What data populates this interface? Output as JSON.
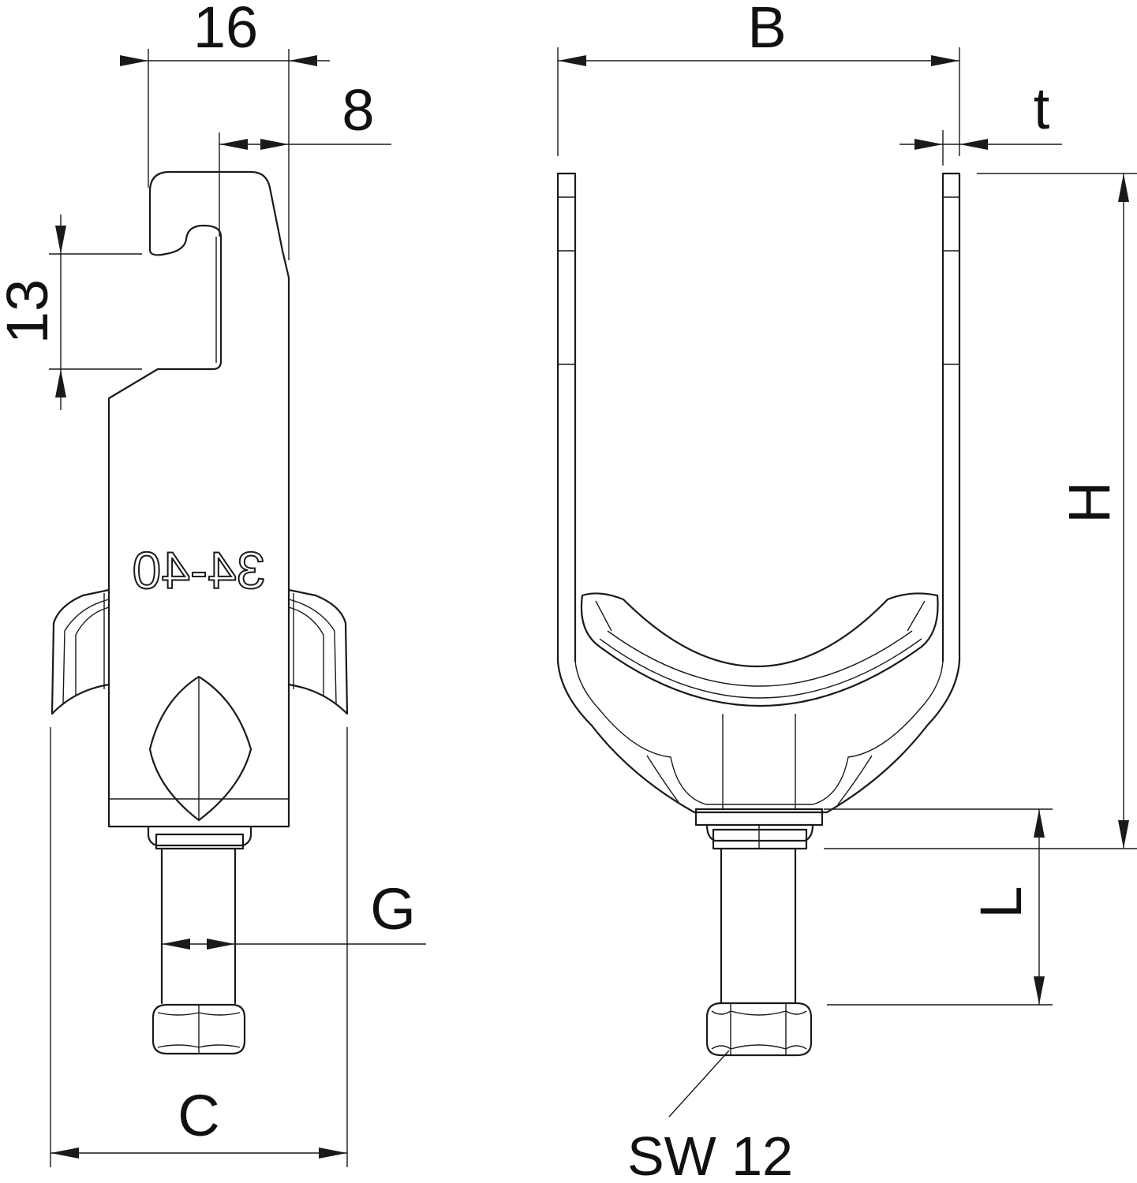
{
  "dimensions": {
    "width_16": "16",
    "width_8": "8",
    "height_13": "13",
    "thread_g": "G",
    "span_c": "C",
    "width_b": "B",
    "thickness_t": "t",
    "height_h": "H",
    "length_l": "L",
    "wrench_size": "SW 12"
  },
  "part_marking": "34-40",
  "colors": {
    "line": "#1a1a1a",
    "background": "#ffffff"
  }
}
